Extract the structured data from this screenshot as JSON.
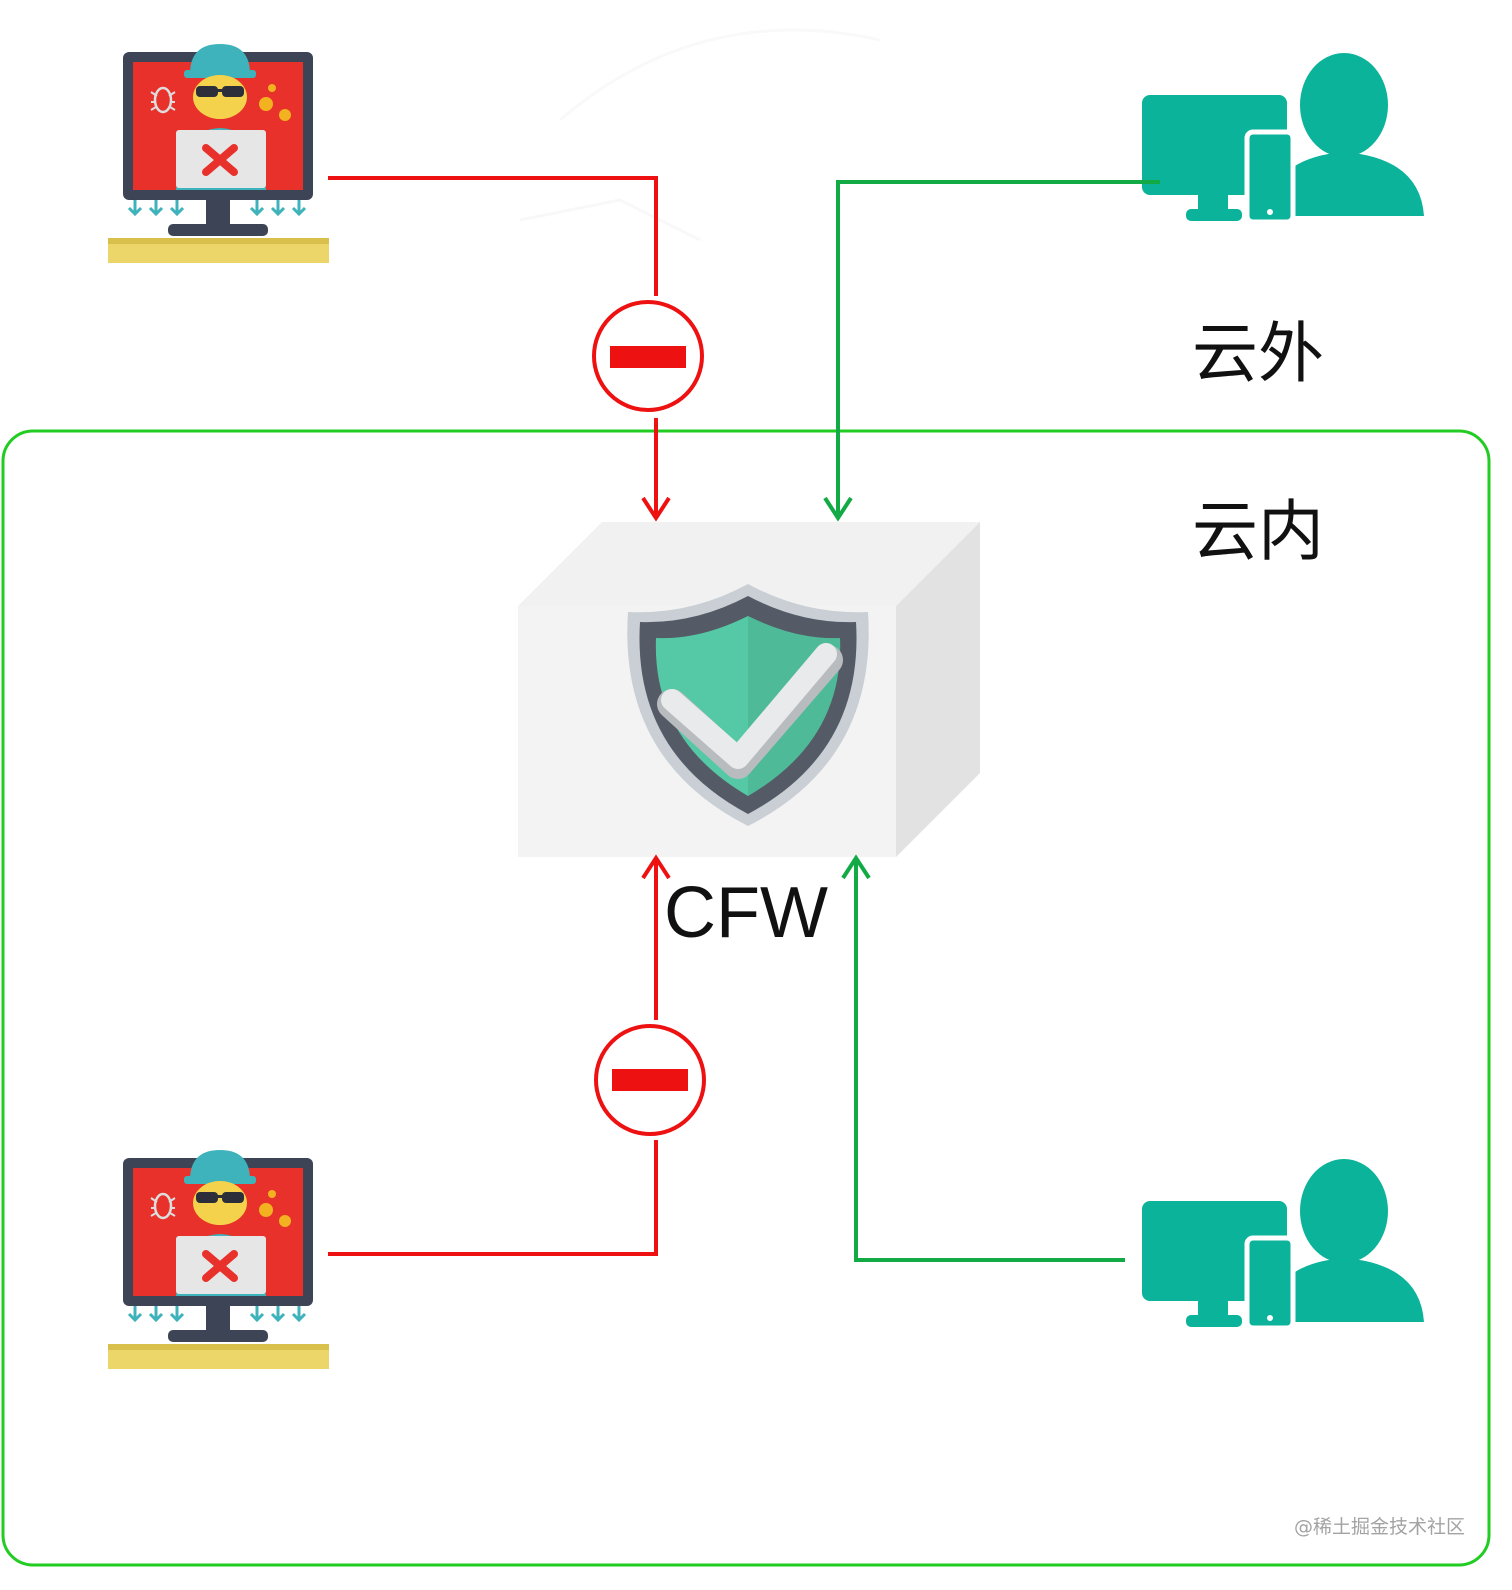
{
  "zones": {
    "outside_label": "云外",
    "inside_label": "云内"
  },
  "firewall": {
    "label": "CFW"
  },
  "watermark": "@稀土掘金技术社区",
  "colors": {
    "blocked": "#ee1111",
    "allowed": "#11aa44",
    "inner_border": "#22cc22",
    "user_teal": "#0bb39a",
    "hacker_red": "#e8312a",
    "monitor_frame": "#3d4455",
    "keyboard_yellow": "#ecd66a",
    "shield_green": "#55c9a5",
    "shield_rim": "#555b66"
  },
  "nodes": [
    {
      "id": "hacker-outside",
      "icon": "hacker-computer-icon",
      "zone": "outside",
      "traffic": "blocked"
    },
    {
      "id": "user-outside",
      "icon": "user-computer-icon",
      "zone": "outside",
      "traffic": "allowed"
    },
    {
      "id": "hacker-inside",
      "icon": "hacker-computer-icon",
      "zone": "inside",
      "traffic": "blocked"
    },
    {
      "id": "user-inside",
      "icon": "user-computer-icon",
      "zone": "inside",
      "traffic": "allowed"
    }
  ]
}
